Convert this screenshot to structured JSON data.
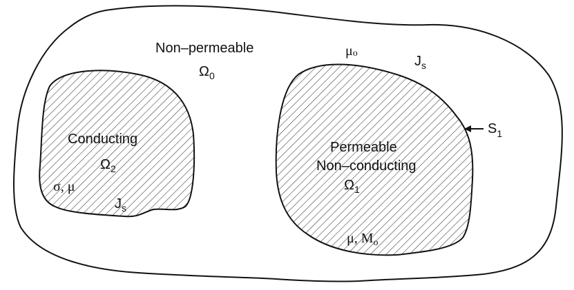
{
  "labels": {
    "outer_region": "Non–permeable",
    "omega0": "Ω",
    "omega0_sub": "0",
    "mu0": "μ",
    "mu0_sub": "o",
    "js_outer": "J",
    "js_outer_sub": "s",
    "s1": "S",
    "s1_sub": "1",
    "conducting": "Conducting",
    "omega2": "Ω",
    "omega2_sub": "2",
    "sigma_mu": "σ, μ",
    "js_inner": "J",
    "js_inner_sub": "s",
    "permeable": "Permeable",
    "nonconducting": "Non–conducting",
    "omega1": "Ω",
    "omega1_sub": "1",
    "mu_m": "μ, M",
    "mu_m_sub": "o"
  },
  "colors": {
    "stroke": "#111111",
    "hatch": "#333333",
    "background": "#ffffff"
  }
}
